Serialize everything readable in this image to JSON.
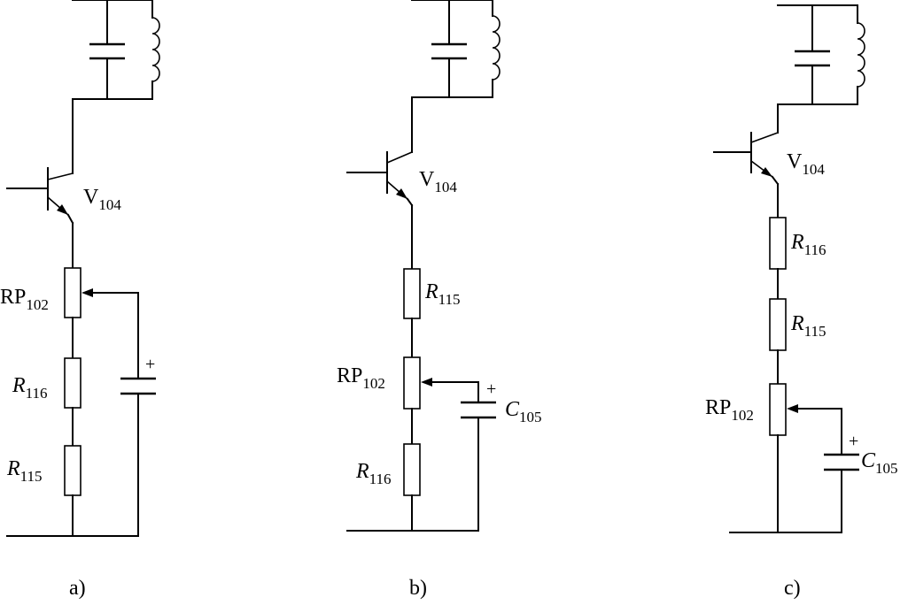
{
  "diagrams": [
    {
      "id": "a",
      "caption": "a)",
      "transistor": {
        "main": "V",
        "sub": "104"
      },
      "components": [
        {
          "main": "RP",
          "sub": "102",
          "italic": false
        },
        {
          "main": "R",
          "sub": "116",
          "italic": true
        },
        {
          "main": "R",
          "sub": "115",
          "italic": true
        }
      ],
      "capacitor": {
        "main": "",
        "sub": "",
        "polarity": "+"
      }
    },
    {
      "id": "b",
      "caption": "b)",
      "transistor": {
        "main": "V",
        "sub": "104"
      },
      "components": [
        {
          "main": "R",
          "sub": "115",
          "italic": true
        },
        {
          "main": "RP",
          "sub": "102",
          "italic": false
        },
        {
          "main": "R",
          "sub": "116",
          "italic": true
        }
      ],
      "capacitor": {
        "main": "C",
        "sub": "105",
        "polarity": "+"
      }
    },
    {
      "id": "c",
      "caption": "c)",
      "transistor": {
        "main": "V",
        "sub": "104"
      },
      "components": [
        {
          "main": "R",
          "sub": "116",
          "italic": true
        },
        {
          "main": "R",
          "sub": "115",
          "italic": true
        },
        {
          "main": "RP",
          "sub": "102",
          "italic": false
        }
      ],
      "capacitor": {
        "main": "C",
        "sub": "105",
        "polarity": "+"
      }
    }
  ]
}
